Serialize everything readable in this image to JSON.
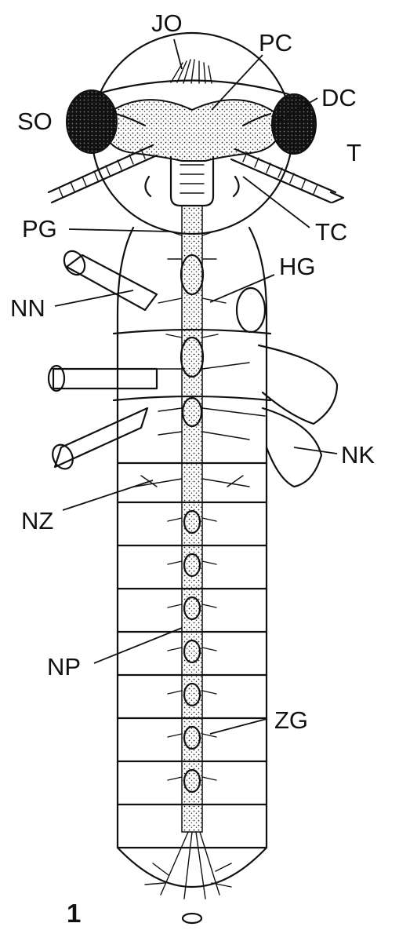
{
  "figure_number": "1",
  "labels": {
    "jo": "JO",
    "pc": "PC",
    "so": "SO",
    "dc": "DC",
    "t": "T",
    "pg": "PG",
    "tc": "TC",
    "hg": "HG",
    "nn": "NN",
    "nk": "NK",
    "nz": "NZ",
    "np": "NP",
    "zg": "ZG"
  }
}
